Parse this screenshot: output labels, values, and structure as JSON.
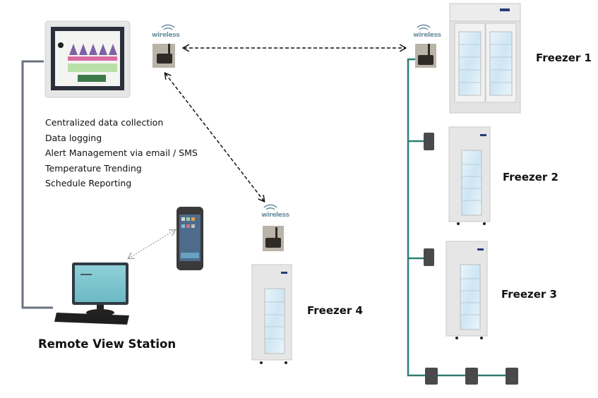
{
  "diagram": {
    "controller": {
      "name": "touchscreen-controller",
      "features": [
        "Centralized data collection",
        "Data logging",
        "Alert Management via email / SMS",
        "Temperature Trending",
        "Schedule Reporting"
      ]
    },
    "wireless_label": "wireless",
    "nodes": {
      "freezer_1": "Freezer 1",
      "freezer_2": "Freezer 2",
      "freezer_3": "Freezer 3",
      "freezer_4": "Freezer 4",
      "remote_view_station": "Remote View Station"
    },
    "colors": {
      "wired_line_left": "#6b7280",
      "wired_line_right": "#2f7d74",
      "sensor_box": "#4a4a4a",
      "wireless_text": "#6a8fa0",
      "dashed_link": "#111111"
    }
  }
}
